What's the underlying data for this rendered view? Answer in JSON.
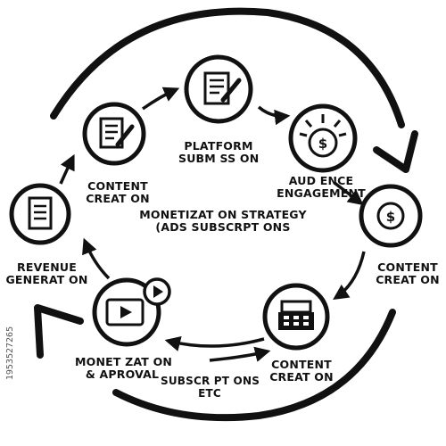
{
  "colors": {
    "ink": "#111111",
    "background": "#ffffff"
  },
  "nodes": [
    {
      "icon": "document-pencil-icon"
    },
    {
      "icon": "document-pencil-icon"
    },
    {
      "icon": "bulb-dollar-icon"
    },
    {
      "icon": "dollar-coin-icon"
    },
    {
      "icon": "register-machine-icon"
    },
    {
      "icon": "video-play-icon"
    },
    {
      "icon": "document-icon"
    }
  ],
  "labels": {
    "platform_submission": [
      "PLATFORM",
      "SUBM SS ON"
    ],
    "content_creation_left": [
      "CONTENT",
      "CREAT ON"
    ],
    "audience_engagement": [
      "AUD ENCE",
      "ENGAGEMENT"
    ],
    "center": [
      "MONETIZAT ON STRATEGY",
      "(ADS  SUBSCRPT ONS"
    ],
    "revenue_generation": [
      "REVENUE",
      "GENERAT ON"
    ],
    "content_creation_right": [
      "CONTENT",
      "CREAT ON"
    ],
    "content_creation_bottom": [
      "CONTENT",
      "CREAT ON"
    ],
    "monetization_approval": [
      "MONET ZAT ON",
      "& APROVAL"
    ],
    "subscriptions_bottom": [
      "SUBSCR PT ONS",
      "ETC"
    ]
  },
  "watermark": "1953527265"
}
